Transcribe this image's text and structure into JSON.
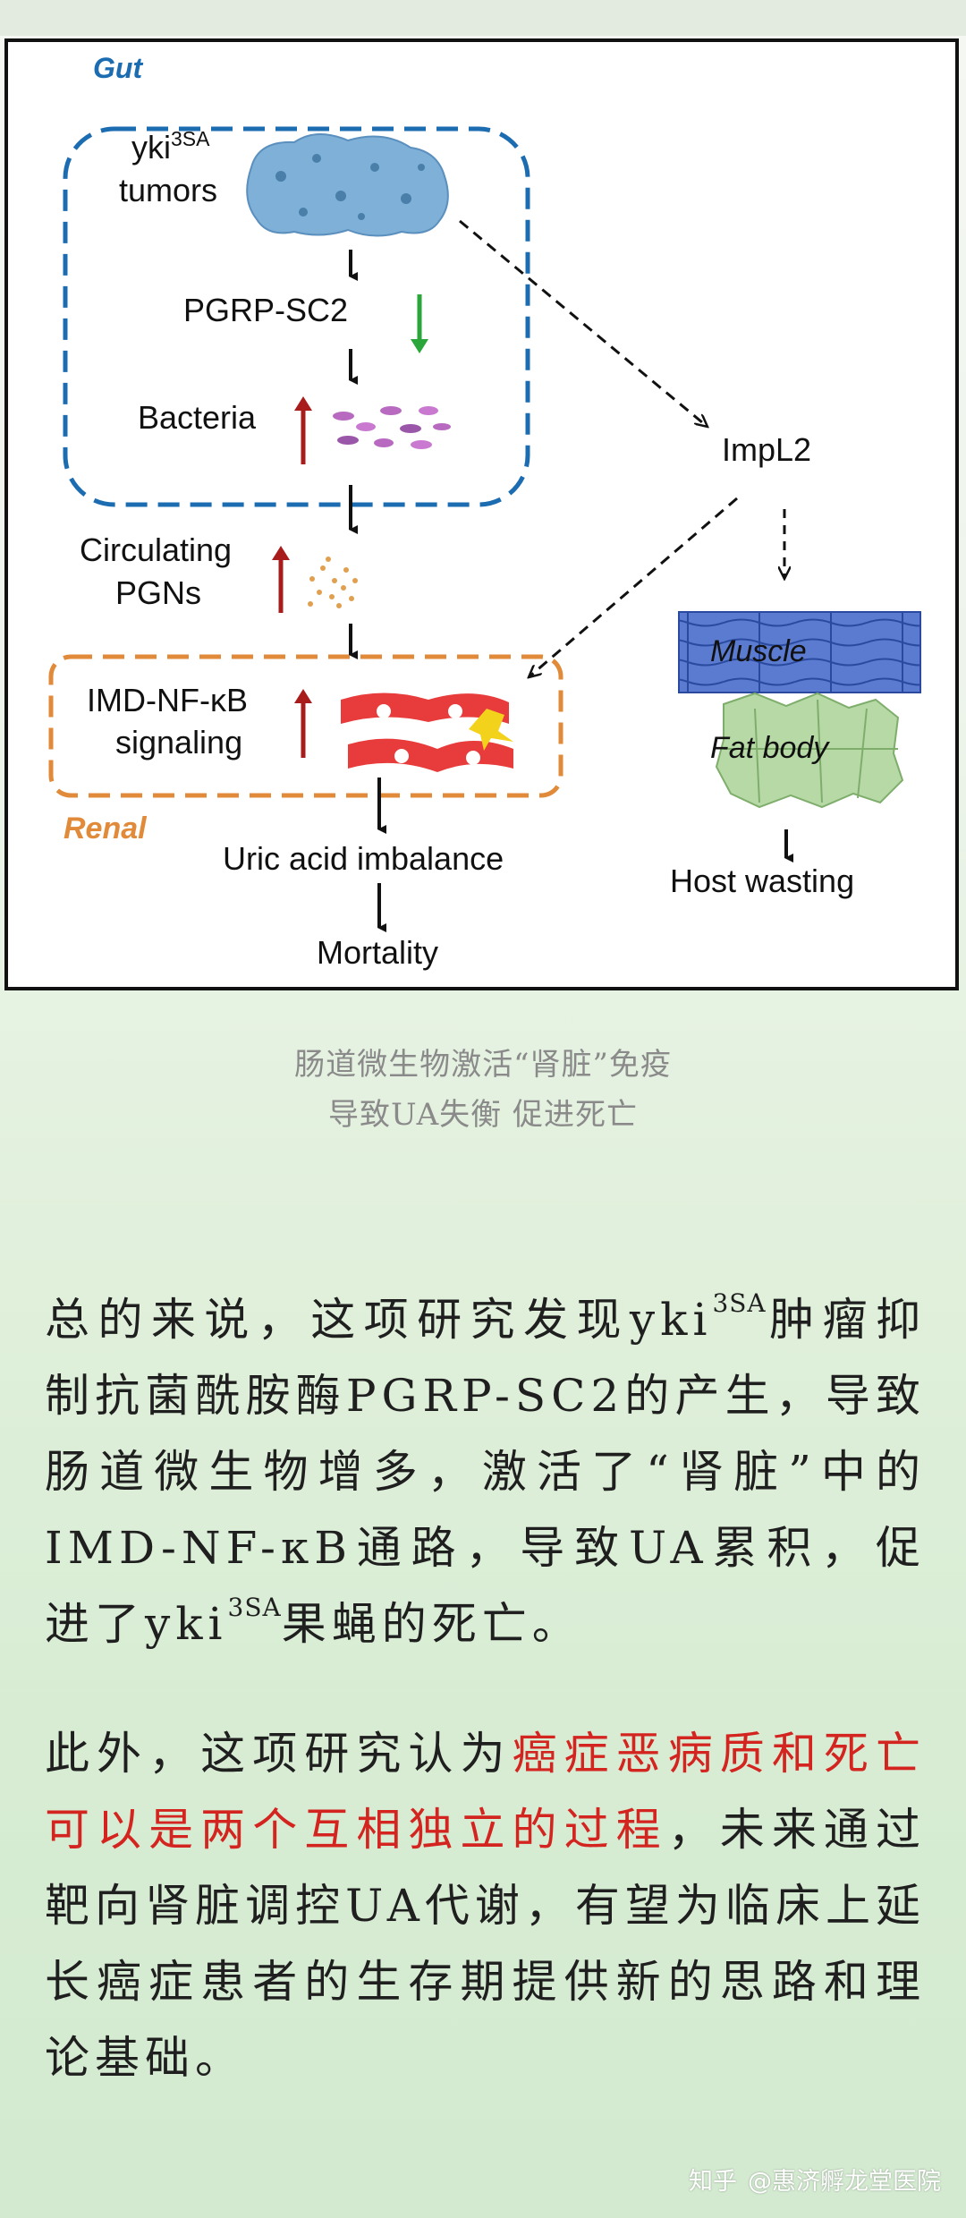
{
  "figure": {
    "gut_label": "Gut",
    "renal_label": "Renal",
    "tumor_main": "yki",
    "tumor_sup": "3SA",
    "tumor_line2": "tumors",
    "pgrp": "PGRP-SC2",
    "bacteria": "Bacteria",
    "circulating_line1": "Circulating",
    "circulating_line2": "PGNs",
    "imd_line1": "IMD-NF-κB",
    "imd_line2": "signaling",
    "uric": "Uric acid imbalance",
    "mortality": "Mortality",
    "impl2": "ImpL2",
    "muscle": "Muscle",
    "fat_body": "Fat body",
    "host_wasting": "Host wasting",
    "colors": {
      "gut_box": "#1b6cb0",
      "renal_box": "#e08a3a",
      "up_arrow": "#a81c1c",
      "down_arrow": "#2aa63a"
    }
  },
  "caption": {
    "line1": "肠道微生物激活“肾脏”免疫",
    "line2": "导致UA失衡  促进死亡"
  },
  "paragraph1": {
    "a": "总的来说，这项研究发现yki",
    "sup": "3SA",
    "b": "肿瘤抑制抗菌酰胺酶PGRP-SC2的产生，导致肠道微生物增多，激活了“肾脏”中的IMD-NF-κB通路，导致UA累积，促进了yki",
    "sup2": "3SA",
    "c": "果蝇的死亡。"
  },
  "paragraph2": {
    "a": "此外，这项研究认为",
    "highlight": "癌症恶病质和死亡可以是两个互相独立的过程",
    "b": "，未来通过靶向肾脏调控UA代谢，有望为临床上延长癌症患者的生存期提供新的思路和理论基础。"
  },
  "watermark": {
    "site": "知乎",
    "author": "@惠济孵龙堂医院"
  }
}
